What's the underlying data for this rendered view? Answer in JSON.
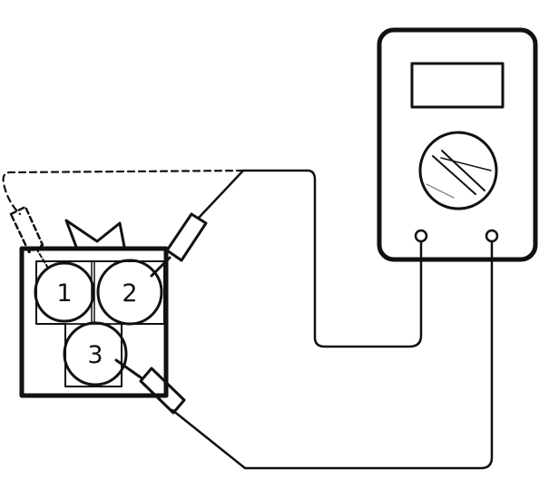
{
  "terminals": [
    {
      "label": "1"
    },
    {
      "label": "2"
    },
    {
      "label": "3"
    }
  ],
  "colors": {
    "ink": "#111111",
    "background": "#ffffff"
  },
  "icons": [
    "multimeter-icon",
    "probe-icon",
    "connector-icon"
  ]
}
